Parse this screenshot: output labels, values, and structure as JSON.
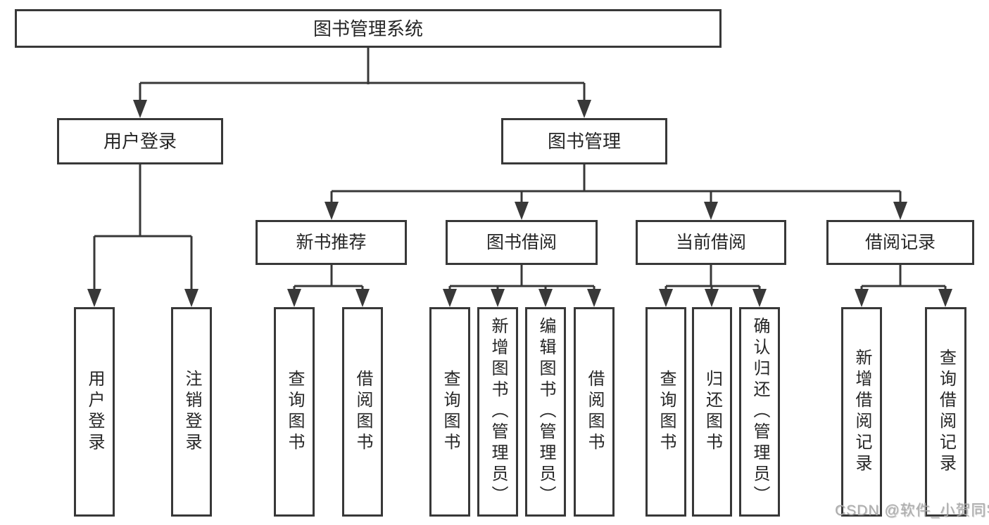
{
  "title": "图书管理系统",
  "branches": [
    {
      "label": "用户登录",
      "children": [
        {
          "label": "用户登录"
        },
        {
          "label": "注销登录"
        }
      ]
    },
    {
      "label": "图书管理",
      "children": [
        {
          "label": "新书推荐",
          "children": [
            {
              "label": "查询图书"
            },
            {
              "label": "借阅图书"
            }
          ]
        },
        {
          "label": "图书借阅",
          "children": [
            {
              "label": "查询图书"
            },
            {
              "label": "新增图书（管理员）"
            },
            {
              "label": "编辑图书（管理员）"
            },
            {
              "label": "借阅图书"
            }
          ]
        },
        {
          "label": "当前借阅",
          "children": [
            {
              "label": "查询图书"
            },
            {
              "label": "归还图书"
            },
            {
              "label": "确认归还（管理员）"
            }
          ]
        },
        {
          "label": "借阅记录",
          "children": [
            {
              "label": "新增借阅记录"
            },
            {
              "label": "查询借阅记录"
            }
          ]
        }
      ]
    }
  ],
  "watermark": "CSDN @软件_小贺同学",
  "colors": {
    "line": "#383838",
    "box_border": "#383838",
    "text": "#262626",
    "watermark": "#aaaaaa",
    "background": "#ffffff"
  }
}
